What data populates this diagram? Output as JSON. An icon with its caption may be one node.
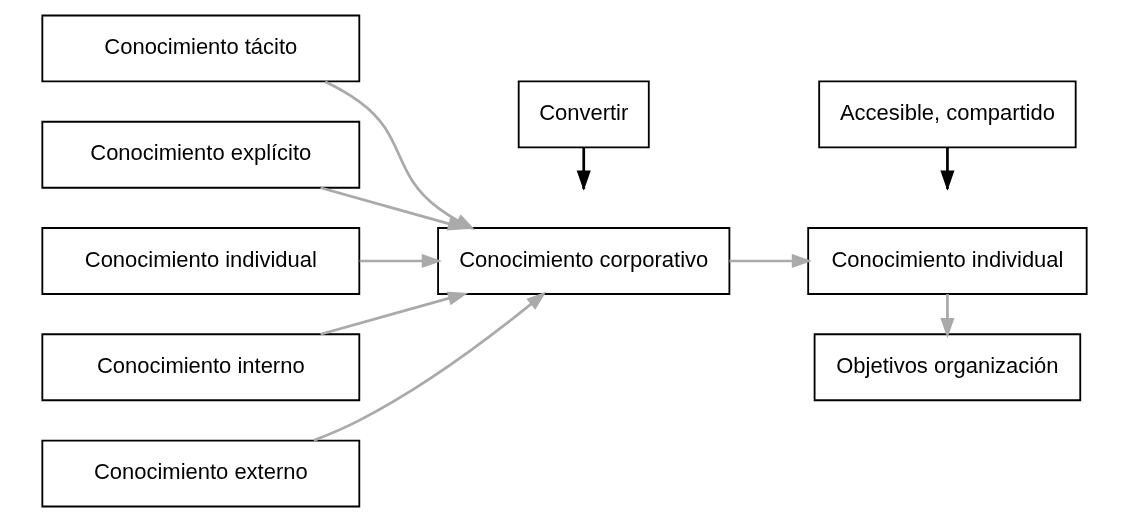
{
  "diagram": {
    "nodes": [
      {
        "text": [
          "Conocimiento tácito"
        ]
      },
      {
        "text": [
          "Conocimiento explícito"
        ]
      },
      {
        "text": [
          "Conocimiento individual"
        ]
      },
      {
        "text": [
          "Conocimiento interno"
        ]
      },
      {
        "text": [
          "Conocimiento externo"
        ]
      },
      {
        "text": [
          "Convertir"
        ]
      },
      {
        "text": [
          "Conocimiento corporativo"
        ]
      },
      {
        "text": [
          "Accesible, compartido"
        ]
      },
      {
        "text": [
          "Conocimiento individual"
        ]
      },
      {
        "text": [
          "Objetivos organización"
        ]
      }
    ],
    "edges": [
      {
        "from": 0,
        "to": 6,
        "arrow": "to"
      },
      {
        "from": 1,
        "to": 6,
        "arrow": "to"
      },
      {
        "from": 2,
        "to": 6,
        "arrow": "to"
      },
      {
        "from": 3,
        "to": 6,
        "arrow": "to"
      },
      {
        "from": 4,
        "to": 6,
        "arrow": "to"
      },
      {
        "from": 5,
        "to": null,
        "arrow": "to",
        "color": "#000000"
      },
      {
        "from": 6,
        "to": 8,
        "arrow": "to"
      },
      {
        "from": 7,
        "to": null,
        "arrow": "to",
        "color": "#000000"
      },
      {
        "from": 8,
        "to": 9,
        "arrow": "to"
      }
    ]
  }
}
